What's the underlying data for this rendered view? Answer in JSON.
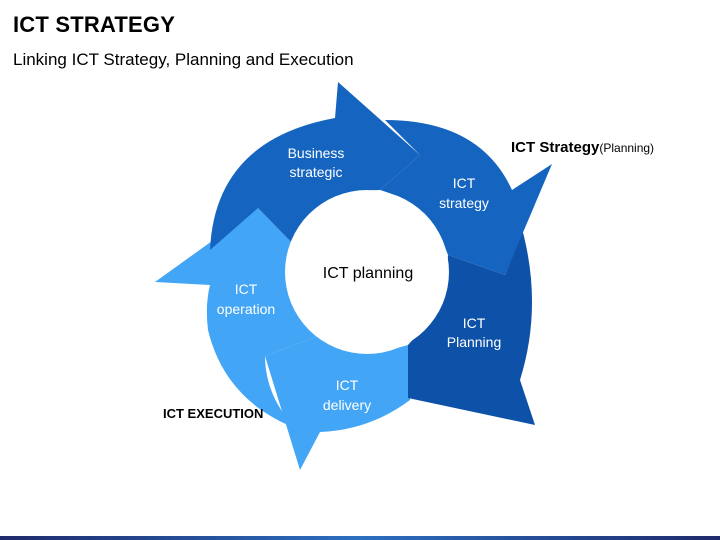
{
  "title": "ICT STRATEGY",
  "subtitle": "Linking ICT Strategy, Planning and Execution",
  "center": "ICT planning",
  "segments": [
    {
      "line1": "Business",
      "line2": "strategic",
      "color": "#1565c0"
    },
    {
      "line1": "ICT",
      "line2": "strategy",
      "color": "#1565c0"
    },
    {
      "line1": "ICT",
      "line2": "Planning",
      "color": "#0d52a8"
    },
    {
      "line1": "ICT",
      "line2": "delivery",
      "color": "#42a5f5"
    },
    {
      "line1": "ICT",
      "line2": "operation",
      "color": "#42a5f5"
    }
  ],
  "labels": {
    "strategy_main": "ICT Strategy",
    "strategy_sub": "(Planning)",
    "execution": "ICT EXECUTION"
  }
}
